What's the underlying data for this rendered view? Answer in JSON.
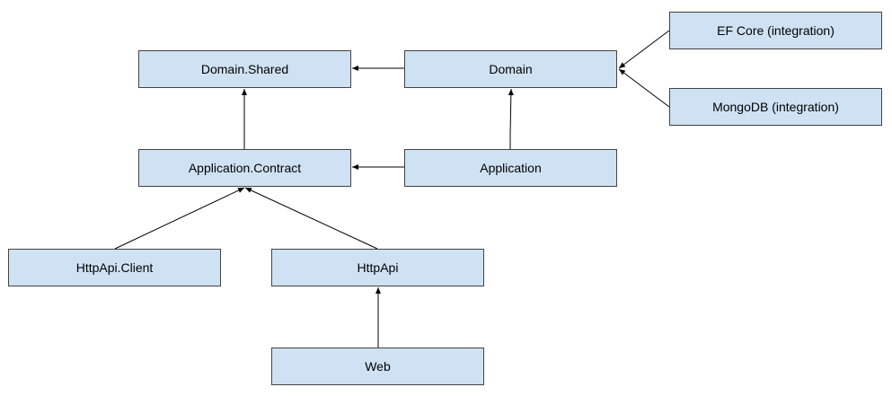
{
  "diagram": {
    "nodes": {
      "ef_core": "EF Core (integration)",
      "domain_shared": "Domain.Shared",
      "domain": "Domain",
      "mongodb": "MongoDB (integration)",
      "application_contract": "Application.Contract",
      "application": "Application",
      "httpapi_client": "HttpApi.Client",
      "httpapi": "HttpApi",
      "web": "Web"
    },
    "edges": [
      {
        "from": "Domain",
        "to": "Domain.Shared"
      },
      {
        "from": "EF Core (integration)",
        "to": "Domain"
      },
      {
        "from": "MongoDB (integration)",
        "to": "Domain"
      },
      {
        "from": "Application.Contract",
        "to": "Domain.Shared"
      },
      {
        "from": "Application",
        "to": "Domain"
      },
      {
        "from": "Application",
        "to": "Application.Contract"
      },
      {
        "from": "HttpApi.Client",
        "to": "Application.Contract"
      },
      {
        "from": "HttpApi",
        "to": "Application.Contract"
      },
      {
        "from": "Web",
        "to": "HttpApi"
      }
    ],
    "colors": {
      "node_fill": "#cfe2f3",
      "node_border": "#434343",
      "edge": "#000000"
    }
  }
}
